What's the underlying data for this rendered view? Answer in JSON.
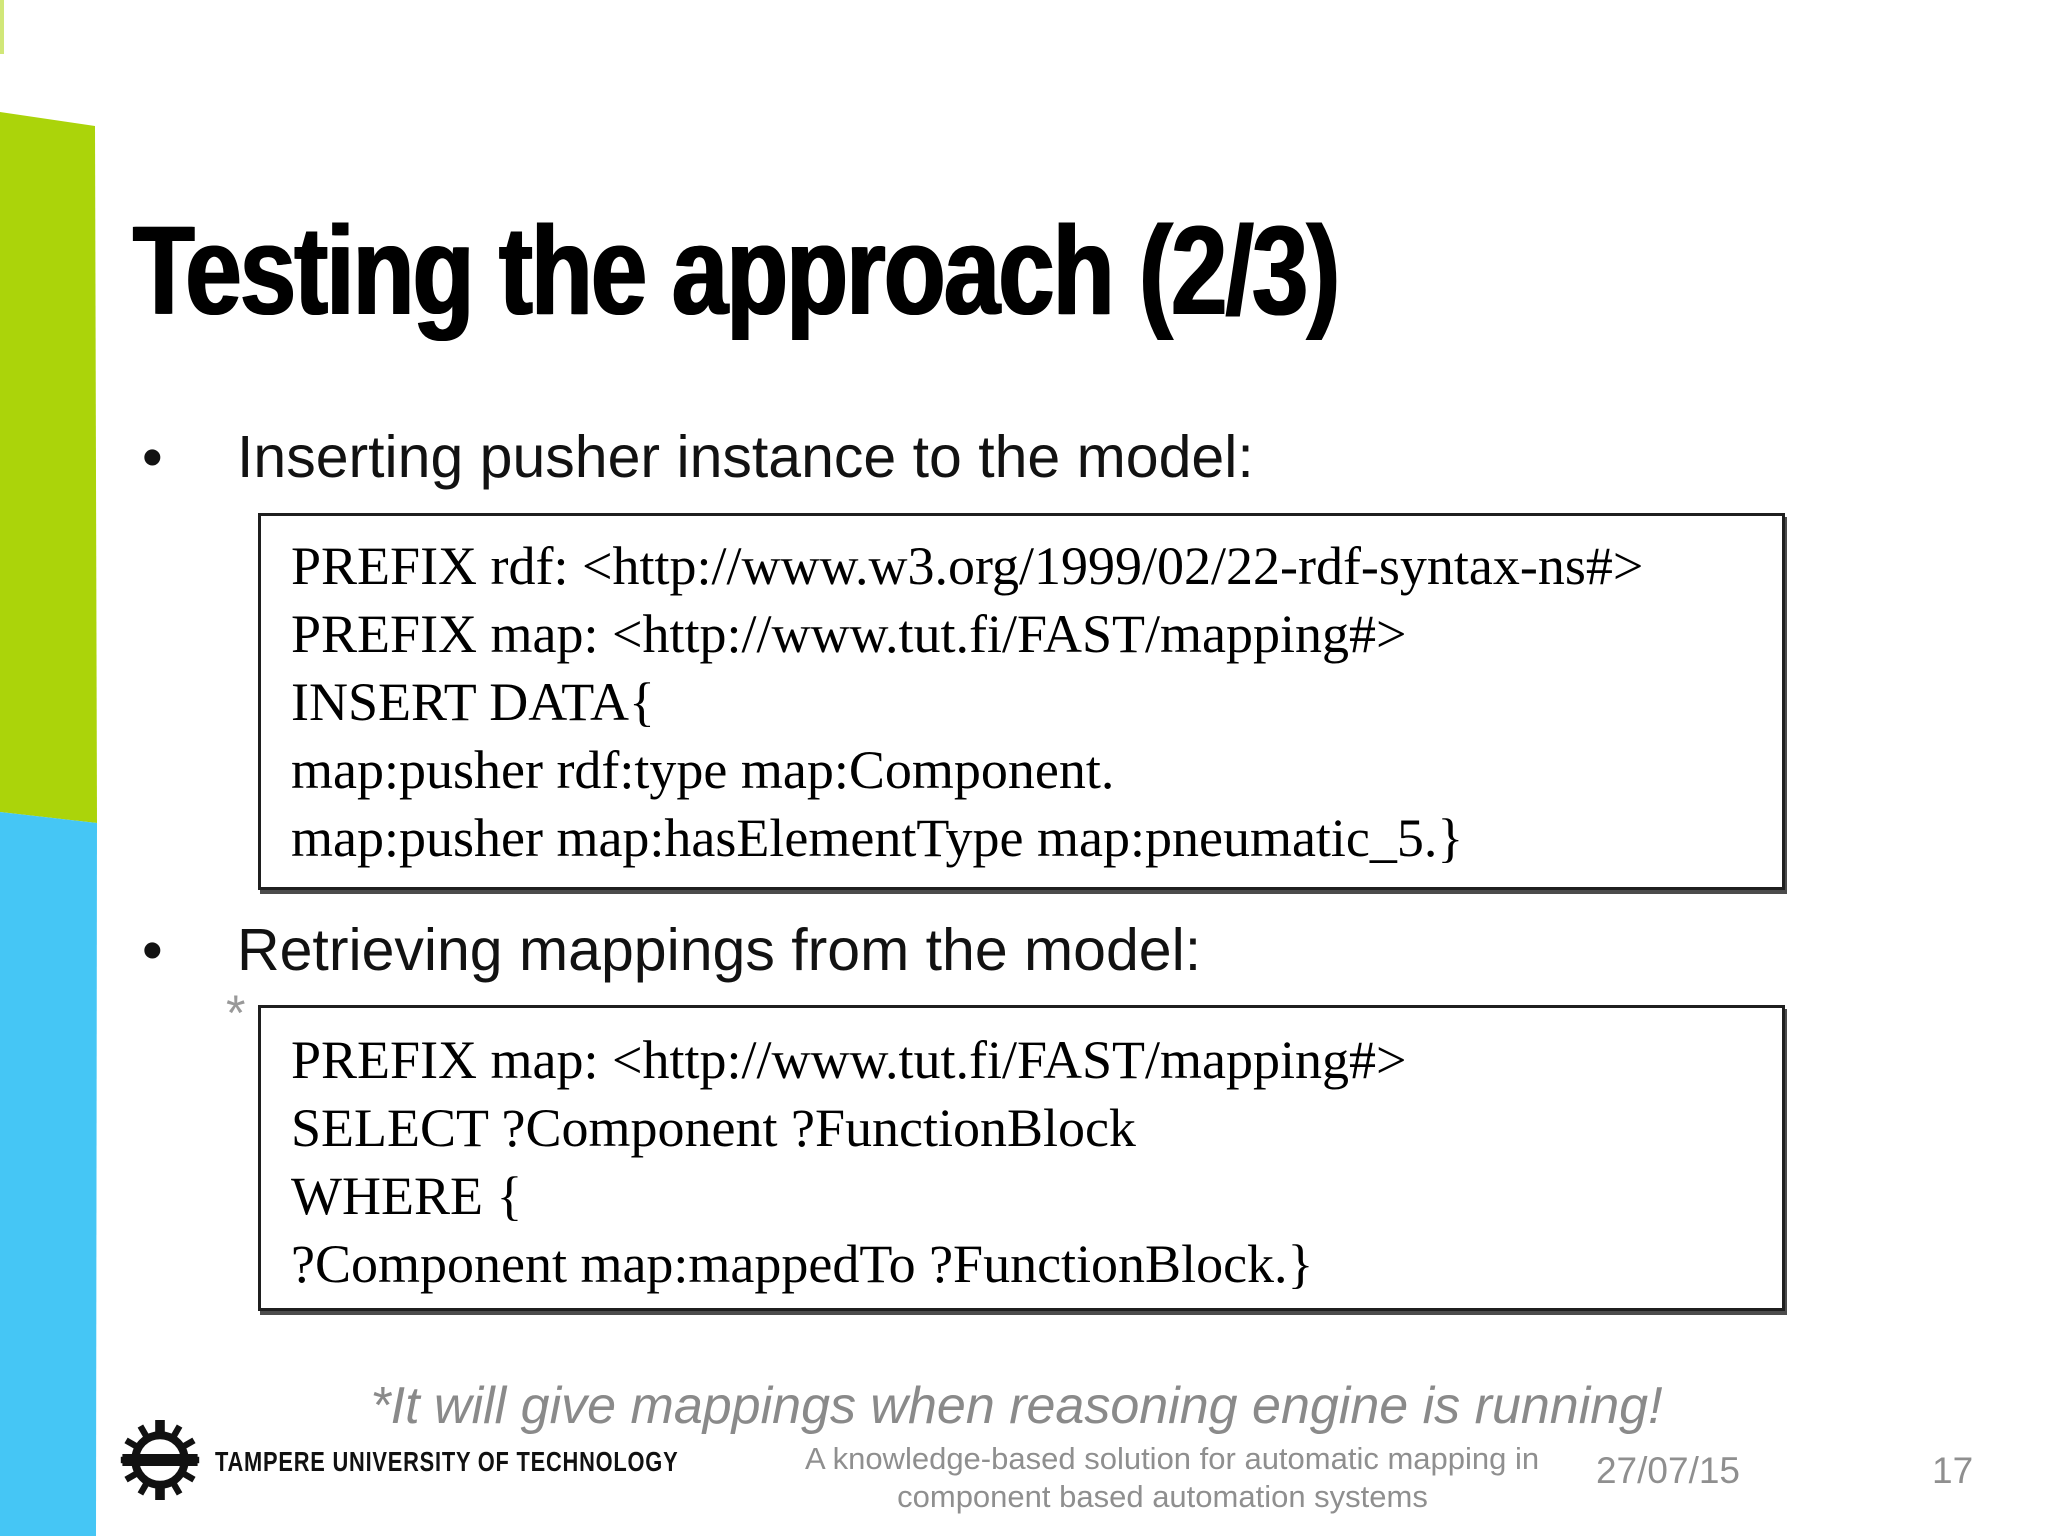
{
  "slide": {
    "title": "Testing the approach (2/3)"
  },
  "bullets": [
    {
      "marker": "•",
      "label": "Inserting pusher instance to the model:"
    },
    {
      "marker": "•",
      "label": "Retrieving mappings from the model:"
    }
  ],
  "code_blocks": [
    {
      "lines": [
        "PREFIX rdf: <http://www.w3.org/1999/02/22-rdf-syntax-ns#>",
        "PREFIX map: <http://www.tut.fi/FAST/mapping#>",
        "INSERT DATA{",
        "map:pusher rdf:type map:Component.",
        "map:pusher map:hasElementType map:pneumatic_5.}"
      ]
    },
    {
      "lines": [
        "PREFIX map: <http://www.tut.fi/FAST/mapping#>",
        "SELECT ?Component ?FunctionBlock",
        "WHERE {",
        "?Component map:mappedTo ?FunctionBlock.}"
      ]
    }
  ],
  "footnote": {
    "marker": "*",
    "text": "*It will give mappings when reasoning engine is running!"
  },
  "footer": {
    "university": "TAMPERE UNIVERSITY OF TECHNOLOGY",
    "caption_line1": "A knowledge-based solution for automatic mapping in",
    "caption_line2": "component based automation systems",
    "date": "27/07/15",
    "page_number": "17"
  },
  "colors": {
    "accent_green": "#abd40a",
    "accent_blue": "#45c6f5",
    "muted_gray": "#8f8f8f"
  }
}
